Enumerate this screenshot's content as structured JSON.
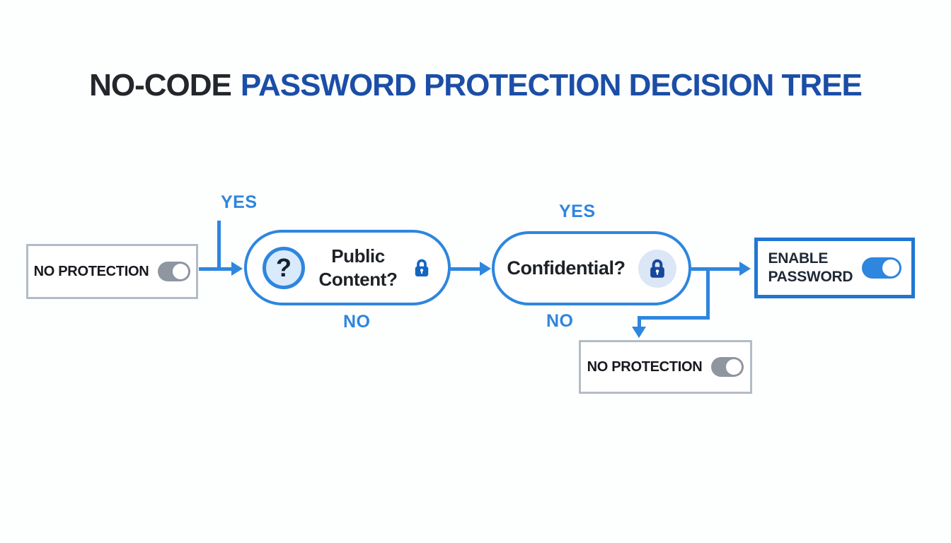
{
  "title": {
    "prefix": "NO-CODE",
    "rest": "PASSWORD PROTECTION DECISION TREE"
  },
  "diagram": {
    "start_node": {
      "label": "NO PROTECTION",
      "toggle_state": "off"
    },
    "decision1": {
      "question_mark": "?",
      "label": "Public Content?",
      "icon": "lock-icon"
    },
    "decision2": {
      "label": "Confidential?",
      "icon": "lock-icon"
    },
    "result_enable": {
      "label": "ENABLE PASSWORD",
      "toggle_state": "on"
    },
    "result_none": {
      "label": "NO PROTECTION",
      "toggle_state": "off"
    },
    "edge_labels": {
      "yes1": "YES",
      "no1": "NO",
      "yes2": "YES",
      "no2": "NO"
    }
  },
  "colors": {
    "accent_blue": "#2E86DE",
    "title_blue": "#1B4EA6",
    "dark_text": "#23272B",
    "gray_border": "#B3BCC6",
    "toggle_gray_track": "#8E969F",
    "light_blue_fill": "#D9EAFC",
    "lock_blue": "#1565C0",
    "lock_navy": "#17489B",
    "enable_border_blue": "#2176D2"
  }
}
